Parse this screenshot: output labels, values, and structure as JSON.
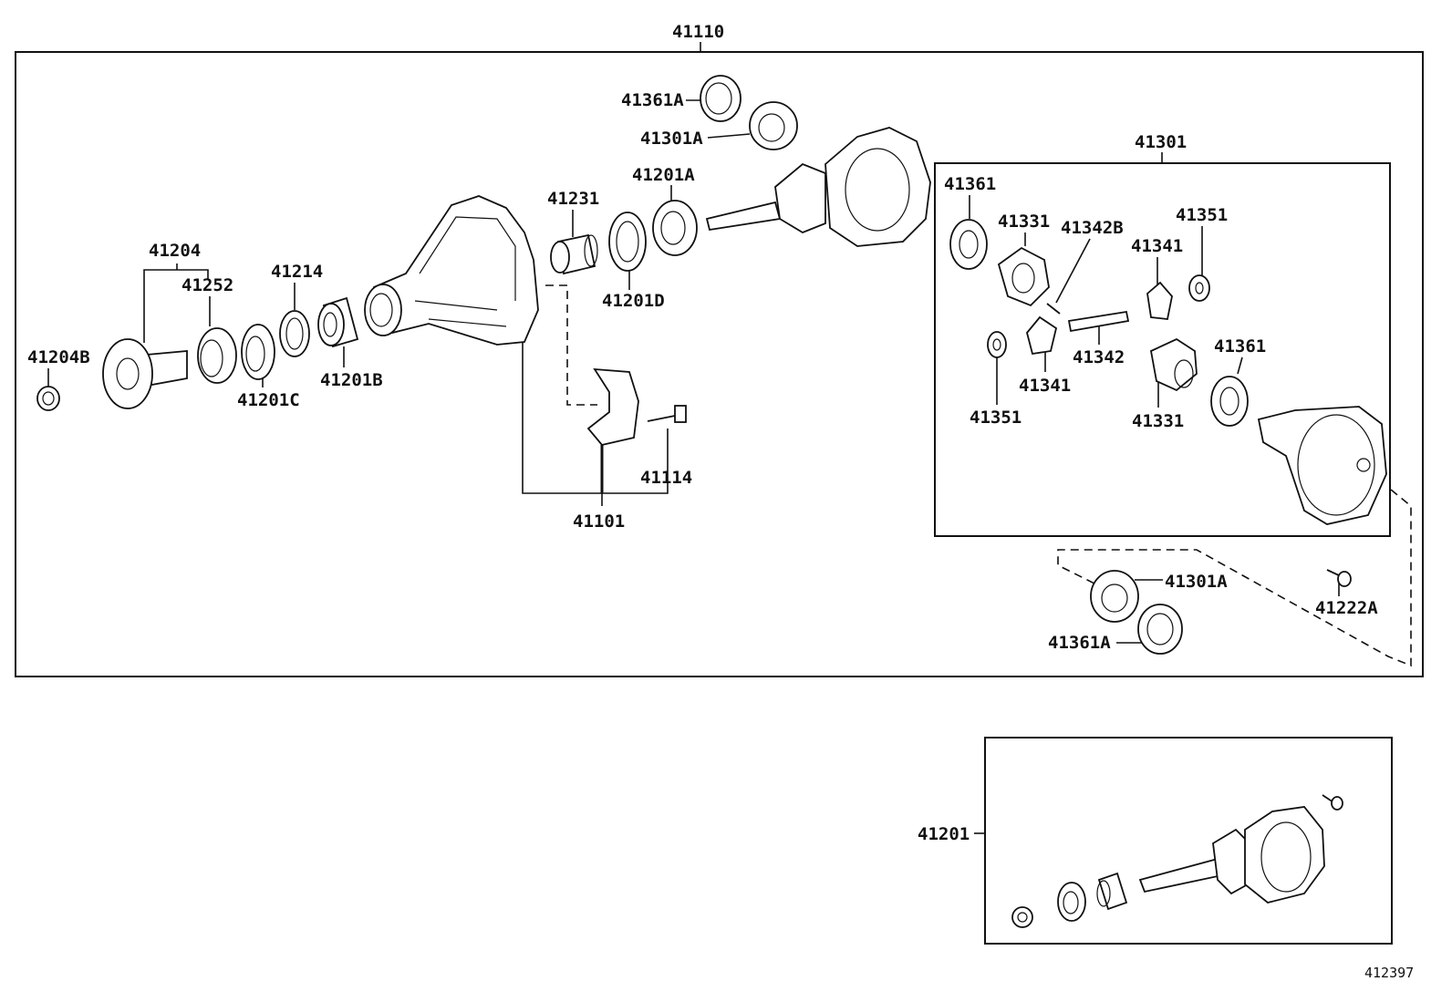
{
  "callouts": {
    "assembly_main": "41110",
    "diff_case_assy": "41301",
    "ring_pinion_kit": "41201",
    "figure_id": "412397"
  },
  "parts": [
    {
      "key": "p41361A_top",
      "label": "41361A"
    },
    {
      "key": "p41301A_top",
      "label": "41301A"
    },
    {
      "key": "p41201A",
      "label": "41201A"
    },
    {
      "key": "p41231",
      "label": "41231"
    },
    {
      "key": "p41201D",
      "label": "41201D"
    },
    {
      "key": "p41204",
      "label": "41204"
    },
    {
      "key": "p41252",
      "label": "41252"
    },
    {
      "key": "p41214",
      "label": "41214"
    },
    {
      "key": "p41204B",
      "label": "41204B"
    },
    {
      "key": "p41201C",
      "label": "41201C"
    },
    {
      "key": "p41201B",
      "label": "41201B"
    },
    {
      "key": "p41114",
      "label": "41114"
    },
    {
      "key": "p41101",
      "label": "41101"
    },
    {
      "key": "p41361_a",
      "label": "41361"
    },
    {
      "key": "p41331_a",
      "label": "41331"
    },
    {
      "key": "p41342B",
      "label": "41342B"
    },
    {
      "key": "p41351_a",
      "label": "41351"
    },
    {
      "key": "p41341_a",
      "label": "41341"
    },
    {
      "key": "p41361_b",
      "label": "41361"
    },
    {
      "key": "p41342",
      "label": "41342"
    },
    {
      "key": "p41341_b",
      "label": "41341"
    },
    {
      "key": "p41351_b",
      "label": "41351"
    },
    {
      "key": "p41331_b",
      "label": "41331"
    },
    {
      "key": "p41301A_bot",
      "label": "41301A"
    },
    {
      "key": "p41222A",
      "label": "41222A"
    },
    {
      "key": "p41361A_bot",
      "label": "41361A"
    }
  ]
}
